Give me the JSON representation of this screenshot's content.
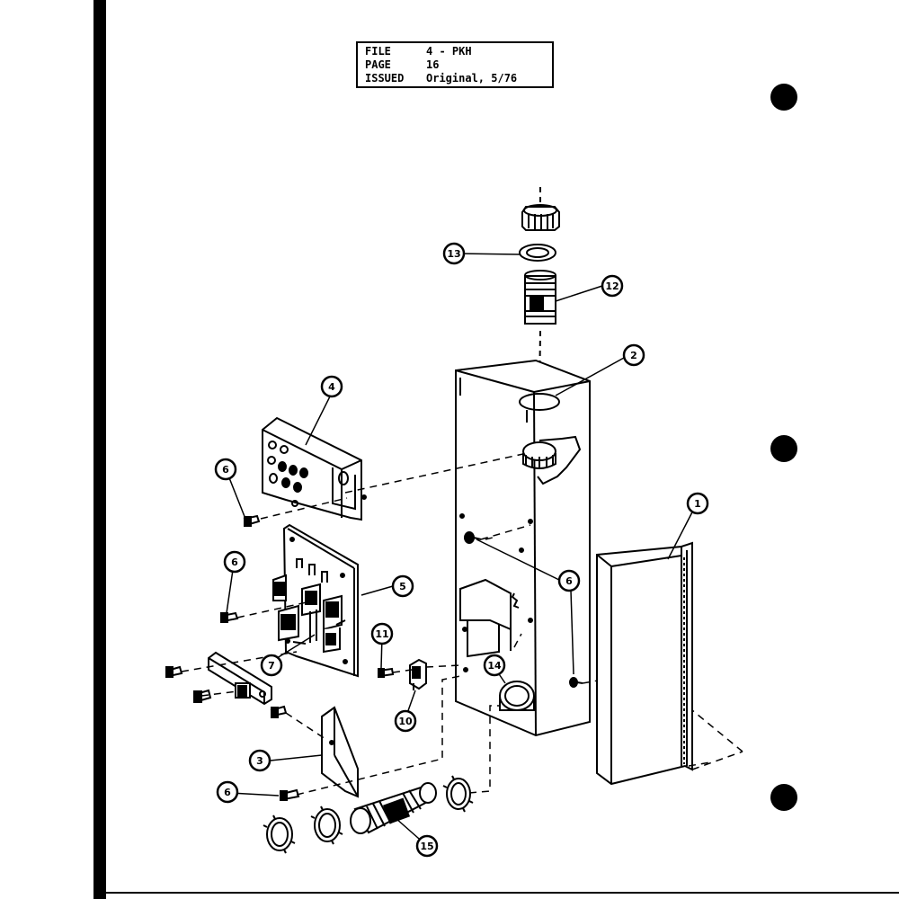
{
  "header": {
    "rows": [
      {
        "key": "FILE",
        "value": "4 - PKH"
      },
      {
        "key": "PAGE",
        "value": "16"
      },
      {
        "key": "ISSUED",
        "value": "Original, 5/76"
      }
    ]
  },
  "callouts": {
    "c1": "1",
    "c2": "2",
    "c3": "3",
    "c4": "4",
    "c5": "5",
    "c6a": "6",
    "c6b": "6",
    "c6c": "6",
    "c6d": "6",
    "c7": "7",
    "c10": "10",
    "c11": "11",
    "c12": "12",
    "c13": "13",
    "c14": "14",
    "c15": "15"
  }
}
